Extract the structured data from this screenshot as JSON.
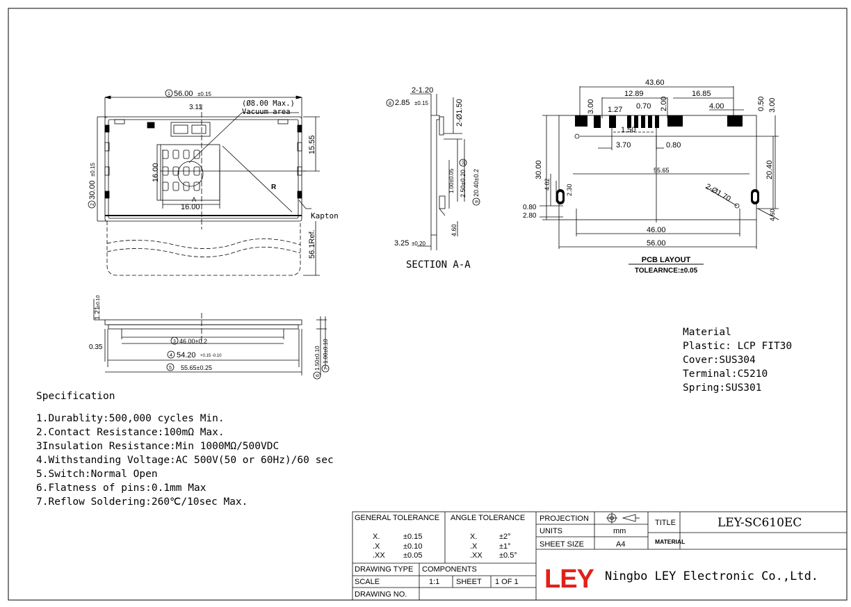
{
  "drawing": {
    "top_view": {
      "width_dim": "56.00",
      "width_tol": "±0.15",
      "width_ref": "1",
      "height_dim": "30.00",
      "height_tol": "±0.15",
      "height_ref": "2",
      "vacuum_dim": "(Ø8.00 Max.)",
      "vacuum_label": "Vacuum area",
      "dim_311": "3.11",
      "dim_1555": "15.55",
      "dim_16v": "16.00",
      "dim_16h": "16.00",
      "mark_a": "A",
      "mark_r": "R",
      "kapton": "Kapton",
      "ref_dim": "56.1Ref."
    },
    "side_view": {
      "dim_121": "1.21",
      "dim_121_tol": "±0.10",
      "dim_035": "0.35",
      "dim_46": "46.00±0.2",
      "dim_46_ref": "3",
      "dim_542": "54.20",
      "dim_542_tol": "+0.15 -0.10",
      "dim_542_ref": "4",
      "dim_5565": "55.65±0.25",
      "dim_5565_ref": "5",
      "dim_15": "1.50±0.10",
      "dim_15_ref": "6",
      "dim_1": "1.00±0.10",
      "dim_1_ref": "7"
    },
    "section": {
      "dim_2_12": "2-1.20",
      "dim_285": "2.85",
      "dim_285_tol": "±0.15",
      "dim_285_ref": "8",
      "dim_2_15": "2-Ø1.50",
      "dim_204": "20.40±0.2",
      "dim_204_ref": "9",
      "dim_25": "2.50±0.20",
      "dim_25_ref": "10",
      "dim_1005": "1.00±0.05",
      "dim_46": "4.60",
      "dim_325": "3.25",
      "dim_325_tol": "±0.20",
      "title": "SECTION A-A"
    },
    "pcb": {
      "dim_4360": "43.60",
      "dim_1289": "12.89",
      "dim_1685": "16.85",
      "dim_300a": "3.00",
      "dim_127": "1.27",
      "dim_070": "0.70",
      "dim_200": "2.00",
      "dim_400": "4.00",
      "dim_050": "0.50",
      "dim_300b": "3.00",
      "dim_150": "1.50",
      "dim_370": "3.70",
      "dim_080t": "0.80",
      "dim_3000": "30.00",
      "dim_5565": "55.65",
      "dim_2040": "20.40",
      "dim_402": "4.02",
      "dim_230": "2.30",
      "dim_2_170": "2-Ø1.70",
      "dim_080": "0.80",
      "dim_280": "2.80",
      "dim_4600": "46.00",
      "dim_460": "4.60",
      "dim_5600": "56.00",
      "title": "PCB LAYOUT",
      "tolerance": "TOLEARNCE:±0.05"
    }
  },
  "material": {
    "heading": "Material",
    "lines": [
      "Plastic: LCP FIT30",
      "Cover:SUS304",
      "Terminal:C5210",
      "Spring:SUS301"
    ]
  },
  "specification": {
    "heading": "Specification",
    "lines": [
      "1.Durablity:500,000 cycles Min.",
      "2.Contact Resistance:100mΩ Max.",
      "3Insulation Resistance:Min 1000MΩ/500VDC",
      "4.Withstanding Voltage:AC 500V(50 or 60Hz)/60 sec",
      "5.Switch:Normal Open",
      "6.Flatness of pins:0.1mm Max",
      "7.Reflow Soldering:260℃/10sec Max."
    ]
  },
  "title_block": {
    "general_tolerance": "GENERAL TOLERANCE",
    "angle_tolerance": "ANGLE TOLERANCE",
    "gen_rows": [
      {
        "k": "X.",
        "v": "±0.15"
      },
      {
        "k": ".X",
        "v": "±0.10"
      },
      {
        "k": ".XX",
        "v": "±0.05"
      }
    ],
    "ang_rows": [
      {
        "k": "X.",
        "v": "±2°"
      },
      {
        "k": ".X",
        "v": "±1°"
      },
      {
        "k": ".XX",
        "v": "±0.5°"
      }
    ],
    "projection_label": "PROJECTION",
    "units_label": "UNITS",
    "units_value": "mm",
    "sheet_size_label": "SHEET SIZE",
    "sheet_size_value": "A4",
    "title_label": "TITLE",
    "title_value": "LEY-SC610EC",
    "material_label": "MATERIAL",
    "drawing_type_label": "DRAWING TYPE",
    "drawing_type_value": "COMPONENTS",
    "scale_label": "SCALE",
    "scale_value": "1:1",
    "sheet_label": "SHEET",
    "sheet_value": "1 OF 1",
    "drawing_no_label": "DRAWING NO.",
    "logo": "LEY",
    "company": "Ningbo LEY Electronic Co.,Ltd.",
    "logo_color": "#e0211b"
  }
}
